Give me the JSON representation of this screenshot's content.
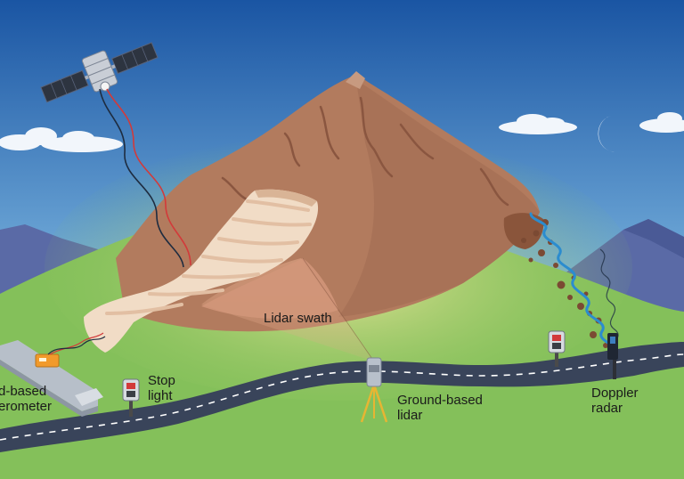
{
  "labels": {
    "lidar_swath": "Lidar swath",
    "stop_light_1": "Stop",
    "stop_light_2": "light",
    "ground_lidar_1": "Ground-based",
    "ground_lidar_2": "lidar",
    "doppler_1": "Doppler",
    "doppler_2": "radar",
    "interferometer_1": "d-based",
    "interferometer_2": "erometer"
  },
  "colors": {
    "sky_top": "#1e5aa8",
    "sky_bottom": "#cfe6f5",
    "grass": "#86c25a",
    "mountain": "#b07a5c",
    "road": "#3b4654",
    "signal_red": "#d23a3a",
    "signal_blue": "#2f8fd0"
  }
}
